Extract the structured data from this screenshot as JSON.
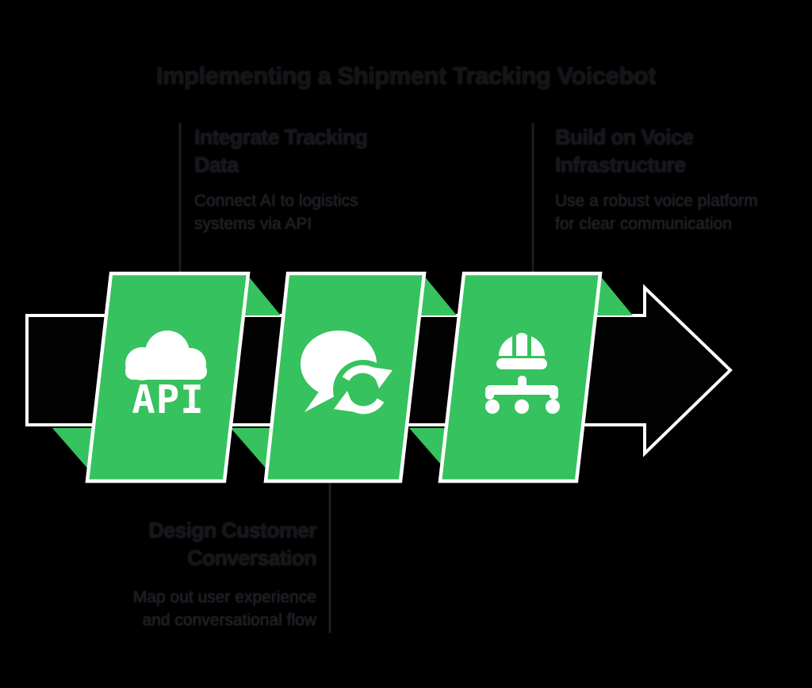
{
  "title": "Implementing a Shipment Tracking Voicebot",
  "colors": {
    "background": "#000000",
    "panel_green": "#36c25e",
    "outline_white": "#ffffff",
    "arrow_fill": "#020202",
    "text_dark": "#15171c"
  },
  "arrow": {
    "direction": "right"
  },
  "steps": [
    {
      "id": 1,
      "label_position": "top-left",
      "heading": "Integrate Tracking Data",
      "heading_lines": [
        "Integrate Tracking",
        "Data"
      ],
      "body": "Connect AI to logistics systems via API",
      "body_lines": [
        "Connect AI to logistics",
        "systems via API"
      ],
      "icon": "cloud-api-icon",
      "icon_text": "API"
    },
    {
      "id": 2,
      "label_position": "bottom-center",
      "heading": "Design Customer Conversation",
      "heading_lines": [
        "Design Customer",
        "Conversation"
      ],
      "body": "Map out user experience and conversational flow",
      "body_lines": [
        "Map out user experience",
        "and conversational flow"
      ],
      "icon": "chat-sync-icon",
      "icon_text": ""
    },
    {
      "id": 3,
      "label_position": "top-right",
      "heading": "Build on Voice Infrastructure",
      "heading_lines": [
        "Build on Voice",
        "Infrastructure"
      ],
      "body": "Use a robust voice platform for clear communication",
      "body_lines": [
        "Use a robust voice platform",
        "for clear communication"
      ],
      "icon": "helmet-sitemap-icon",
      "icon_text": ""
    }
  ]
}
